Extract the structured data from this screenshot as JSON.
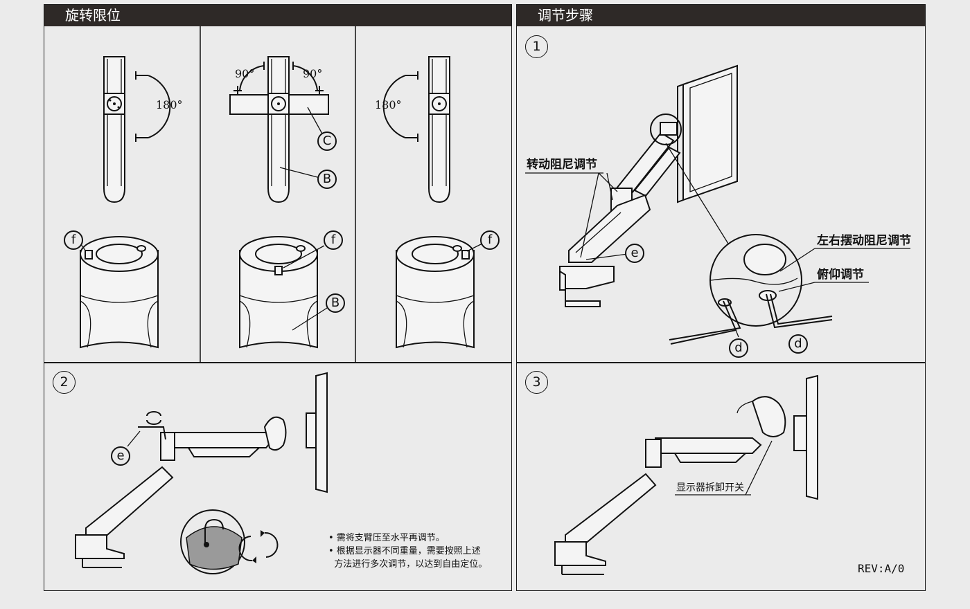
{
  "left_section": {
    "title": "旋转限位",
    "angles": {
      "a180": "180°",
      "a90": "90°"
    },
    "letters": {
      "b": "B",
      "c": "C",
      "f": "f"
    }
  },
  "right_section": {
    "title": "调节步骤",
    "steps": [
      "1",
      "2",
      "3"
    ],
    "labels": {
      "rotation_resistance": "转动阻尼调节",
      "swing_resistance": "左右摆动阻尼调节",
      "tilt": "俯仰调节",
      "release": "显示器拆卸开关"
    },
    "letters": {
      "d": "d",
      "e": "e"
    }
  },
  "notes": [
    "• 需将支臂压至水平再调节。",
    "• 根据显示器不同重量，需要按照上述",
    "  方法进行多次调节，以达到自由定位。"
  ],
  "revision": "REV:A/0"
}
